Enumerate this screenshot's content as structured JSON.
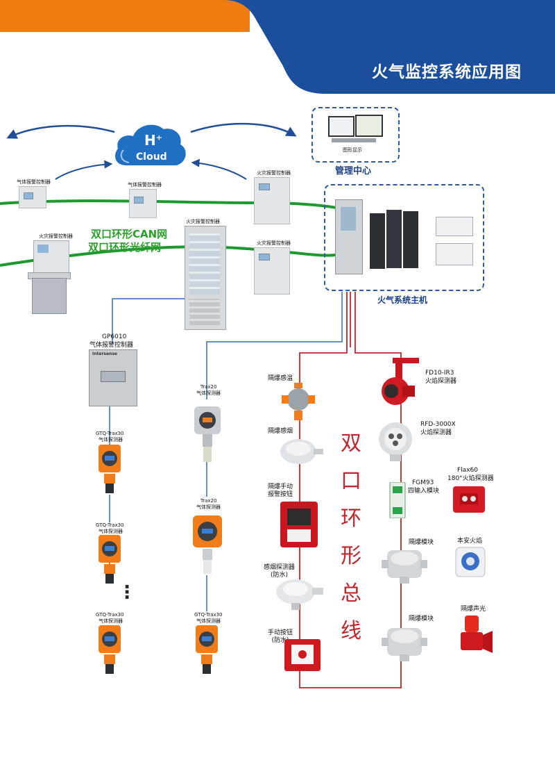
{
  "title": "火气监控系统应用图",
  "cloud": {
    "h": "H",
    "sup": "+",
    "label": "Cloud"
  },
  "management_center": {
    "title": "管理中心",
    "screen_caption": "图形显示"
  },
  "host": {
    "title": "火气系统主机"
  },
  "network": {
    "line1": "双口环形CAN网",
    "line2": "双口环形光纤网"
  },
  "bus_text": [
    "双",
    "口",
    "环",
    "形",
    "总",
    "线"
  ],
  "controllers": {
    "gas_left": "气体报警控制器",
    "gas_mid": "气体报警控制器",
    "fire_top": "火灾报警控制器",
    "fire_console": "火灾报警控制器",
    "fire_cabinet": "火灾报警控制器",
    "fire_bottom": "火灾报警控制器"
  },
  "gp6010": {
    "model": "GP6010",
    "name": "气体报警控制器",
    "brand": "Intersense"
  },
  "left_column": [
    {
      "model": "GTQ-Trax30",
      "name": "气体探测器"
    },
    {
      "model": "GTQ-Trax30",
      "name": "气体探测器"
    },
    {
      "model": "GTQ-Trax30",
      "name": "气体探测器"
    }
  ],
  "ellipsis": "⋮",
  "mid_column": [
    {
      "model": "Trax20",
      "name": "气体探测器"
    },
    {
      "model": "Trax20",
      "name": "气体探测器"
    },
    {
      "model": "GTQ-Trax30",
      "name": "气体探测器"
    }
  ],
  "loop_left": [
    {
      "label": "隔爆感温"
    },
    {
      "label": "隔爆感烟"
    },
    {
      "label": "隔爆手动\n报警按钮"
    },
    {
      "label": "感烟探测器\n(防水)"
    },
    {
      "label": "手动按钮\n(防水)"
    }
  ],
  "loop_right": {
    "fd10": {
      "model": "FD10-IR3",
      "name": "火焰探测器"
    },
    "rfd": {
      "model": "RFD-3000X",
      "name": "火焰探测器"
    },
    "fgm": {
      "model": "FGM93",
      "name": "四输入模块"
    },
    "flax": {
      "model": "Flax60",
      "name": "180°火焰探测器"
    },
    "iso1": "隔爆模块",
    "iso2": "隔爆模块",
    "safe_flame": "本安火焰",
    "beacon": "隔爆声光"
  },
  "colors": {
    "orange": "#ef7d0f",
    "blue": "#1b4f9c",
    "green": "#1d9a2f",
    "red": "#c0262d",
    "line_blue": "#2f6db5"
  }
}
